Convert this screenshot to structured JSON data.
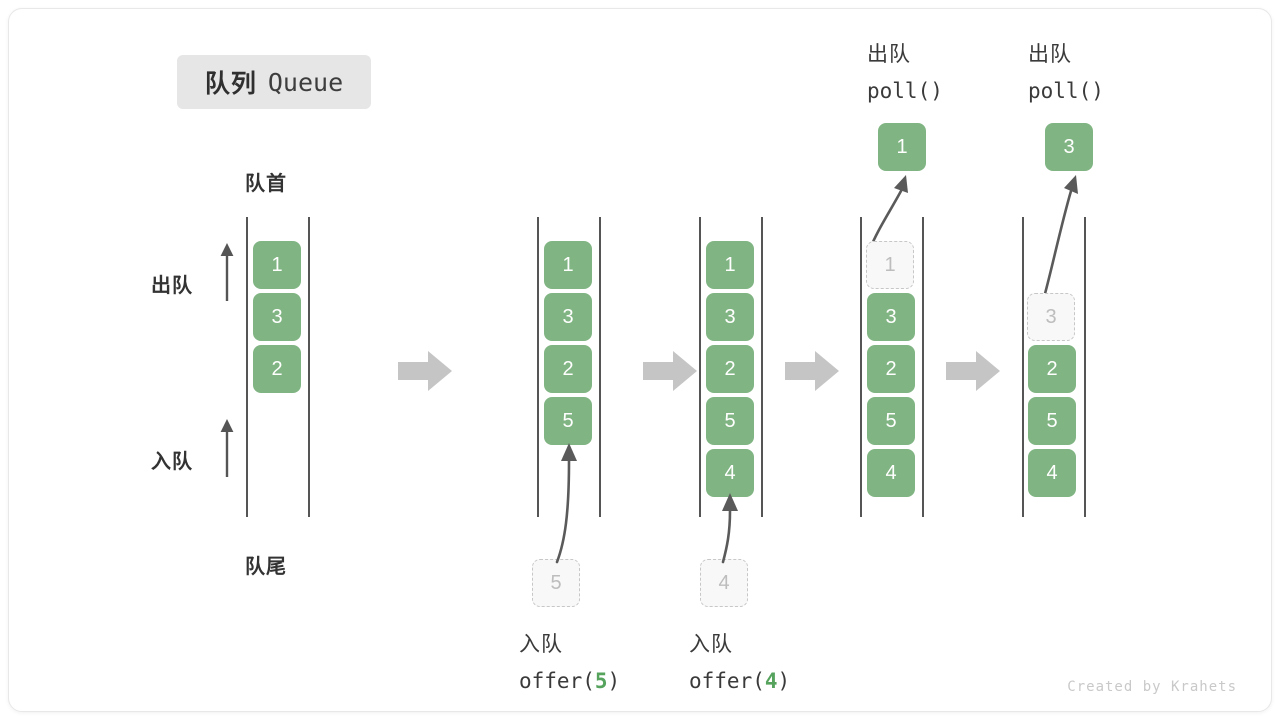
{
  "title": {
    "cn": "队列",
    "en": "Queue"
  },
  "labels": {
    "front": "队首",
    "rear": "队尾",
    "dequeue_arrow": "出队",
    "enqueue_arrow": "入队"
  },
  "colors": {
    "box_fill": "#80b583",
    "box_text": "#ffffff",
    "ghost_fill": "#f8f8f8",
    "ghost_border": "#c7c7c7",
    "ghost_text": "#bdbdbd",
    "rail": "#555555",
    "separator_arrow": "#c5c5c5",
    "badge_bg": "#e6e6e6",
    "accent_green": "#56a35e",
    "text": "#3a3a3a",
    "footer_text": "#c9c9c9"
  },
  "operations": {
    "offer5": {
      "cn": "入队",
      "fn_prefix": "offer(",
      "arg": "5",
      "fn_suffix": ")"
    },
    "offer4": {
      "cn": "入队",
      "fn_prefix": "offer(",
      "arg": "4",
      "fn_suffix": ")"
    },
    "poll1": {
      "cn": "出队",
      "code": "poll()"
    },
    "poll2": {
      "cn": "出队",
      "code": "poll()"
    }
  },
  "stages": [
    {
      "id": "stage-initial",
      "items": [
        {
          "value": "1",
          "state": "filled"
        },
        {
          "value": "3",
          "state": "filled"
        },
        {
          "value": "2",
          "state": "filled"
        }
      ],
      "incoming": null,
      "outgoing": null
    },
    {
      "id": "stage-after-offer-5",
      "items": [
        {
          "value": "1",
          "state": "filled"
        },
        {
          "value": "3",
          "state": "filled"
        },
        {
          "value": "2",
          "state": "filled"
        },
        {
          "value": "5",
          "state": "filled"
        }
      ],
      "incoming": {
        "value": "5",
        "state": "ghost"
      },
      "outgoing": null
    },
    {
      "id": "stage-after-offer-4",
      "items": [
        {
          "value": "1",
          "state": "filled"
        },
        {
          "value": "3",
          "state": "filled"
        },
        {
          "value": "2",
          "state": "filled"
        },
        {
          "value": "5",
          "state": "filled"
        },
        {
          "value": "4",
          "state": "filled"
        }
      ],
      "incoming": {
        "value": "4",
        "state": "ghost"
      },
      "outgoing": null
    },
    {
      "id": "stage-after-poll-1",
      "items": [
        {
          "value": "1",
          "state": "ghost"
        },
        {
          "value": "3",
          "state": "filled"
        },
        {
          "value": "2",
          "state": "filled"
        },
        {
          "value": "5",
          "state": "filled"
        },
        {
          "value": "4",
          "state": "filled"
        }
      ],
      "incoming": null,
      "outgoing": {
        "value": "1",
        "state": "filled"
      }
    },
    {
      "id": "stage-after-poll-3",
      "items": [
        {
          "value": "3",
          "state": "ghost"
        },
        {
          "value": "2",
          "state": "filled"
        },
        {
          "value": "5",
          "state": "filled"
        },
        {
          "value": "4",
          "state": "filled"
        }
      ],
      "incoming": null,
      "outgoing": {
        "value": "3",
        "state": "filled"
      }
    }
  ],
  "footer": "Created by Krahets"
}
